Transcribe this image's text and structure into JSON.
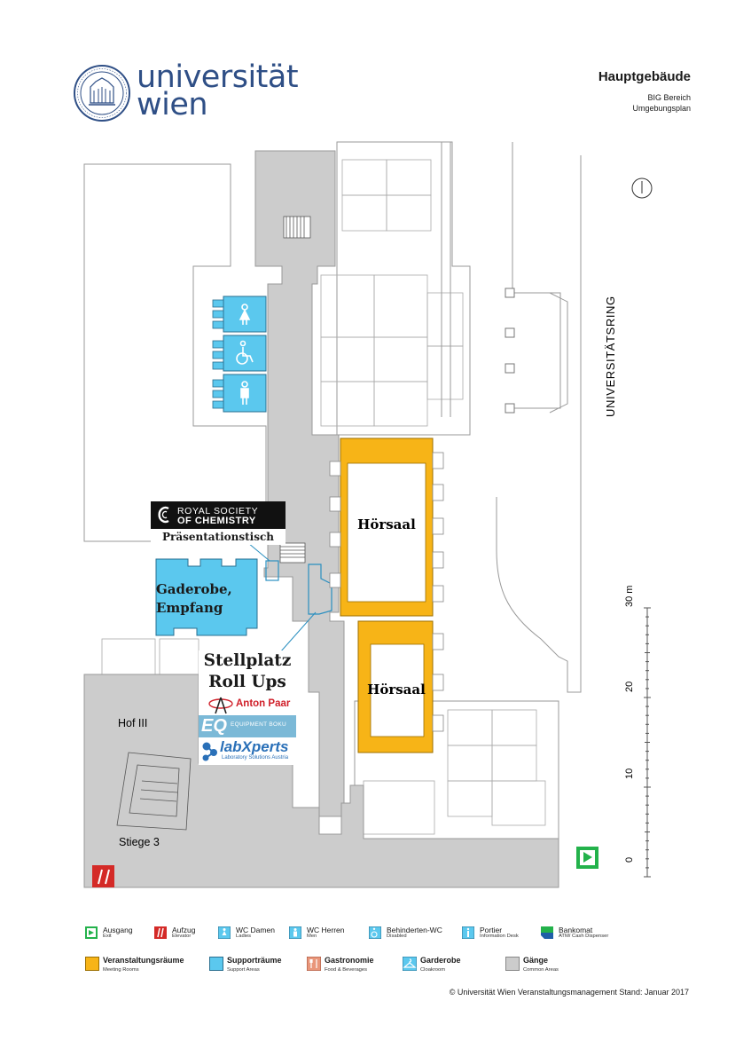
{
  "header": {
    "logo_line1": "universität",
    "logo_line2": "wien",
    "title": "Hauptgebäude",
    "subtitle_line1": "BIG Bereich",
    "subtitle_line2": "Umgebungsplan"
  },
  "map": {
    "street": "UNIVERSITÄTSRING",
    "hall_1": "Hörsaal",
    "hall_2": "Hörsaal",
    "courtyard": "Hof III",
    "staircase": "Stiege 3",
    "scale_unit": "30 m",
    "scale_labels": [
      "20",
      "10",
      "0"
    ]
  },
  "callouts": {
    "rsc_line1": "ROYAL SOCIETY",
    "rsc_line2": "OF CHEMISTRY",
    "presentation_table": "Präsentationstisch",
    "wardrobe_line1": "Gaderobe,",
    "wardrobe_line2": "Empfang",
    "rollups_line1": "Stellplatz",
    "rollups_line2": "Roll Ups",
    "sponsor_anton_paar": "Anton Paar",
    "sponsor_eq_mark": "EQ",
    "sponsor_eq_label": "EQUIPMENT BOKU",
    "sponsor_labxperts": "labXperts",
    "sponsor_labxperts_tag": "Laboratory Solutions Austria"
  },
  "legend": {
    "row1": [
      {
        "label": "Ausgang",
        "sub": "Exit",
        "icon": "exit-icon",
        "color": "#23b24b"
      },
      {
        "label": "Aufzug",
        "sub": "Elevator",
        "icon": "elevator-icon",
        "color": "#d42a27"
      },
      {
        "label": "WC Damen",
        "sub": "Ladies",
        "icon": "wc-women-icon",
        "color": "#5bc8ee"
      },
      {
        "label": "WC Herren",
        "sub": "Men",
        "icon": "wc-men-icon",
        "color": "#5bc8ee"
      },
      {
        "label": "Behinderten-WC",
        "sub": "Disabled",
        "icon": "wheelchair-icon",
        "color": "#5bc8ee"
      },
      {
        "label": "Portier",
        "sub": "Information Desk",
        "icon": "info-icon",
        "color": "#5bc8ee"
      },
      {
        "label": "Bankomat",
        "sub": "ATM/ Cash Dispenser",
        "icon": "atm-icon",
        "color": "#1f5fa8"
      }
    ],
    "row2": [
      {
        "label": "Veranstaltungsräume",
        "sub": "Meeting Rooms",
        "color": "#f7b417"
      },
      {
        "label": "Supporträume",
        "sub": "Support Areas",
        "color": "#5bc8ee"
      },
      {
        "label": "Gastronomie",
        "sub": "Food & Beverages",
        "icon": "food-icon",
        "color": "#e9967a"
      },
      {
        "label": "Garderobe",
        "sub": "Cloakroom",
        "icon": "cloakroom-icon",
        "color": "#5bc8ee"
      },
      {
        "label": "Gänge",
        "sub": "Common Areas",
        "color": "#cccccc"
      }
    ]
  },
  "footer": "© Universität Wien Veranstaltungsmanagement Stand: Januar 2017",
  "colors": {
    "brand": "#2f4f86",
    "meeting": "#f7b417",
    "support": "#5bc8ee",
    "corridor": "#cccccc",
    "exit": "#23b24b",
    "elevator": "#d42a27"
  }
}
